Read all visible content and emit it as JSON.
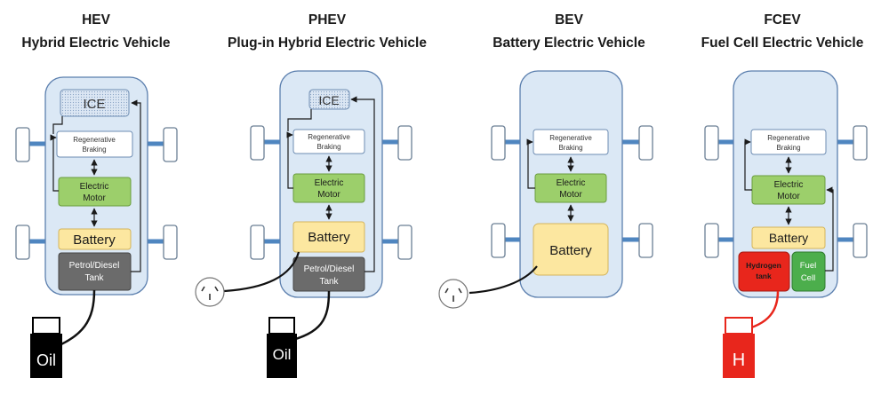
{
  "vehicles": [
    {
      "abbr": "HEV",
      "name": "Hybrid Electric Vehicle",
      "ice": "ICE",
      "regen1": "Regenerative",
      "regen2": "Braking",
      "motor1": "Electric",
      "motor2": "Motor",
      "battery": "Battery",
      "tank1": "Petrol/Diesel",
      "tank2": "Tank",
      "pump": "Oil"
    },
    {
      "abbr": "PHEV",
      "name": "Plug-in Hybrid Electric Vehicle",
      "ice": "ICE",
      "regen1": "Regenerative",
      "regen2": "Braking",
      "motor1": "Electric",
      "motor2": "Motor",
      "battery": "Battery",
      "tank1": "Petrol/Diesel",
      "tank2": "Tank",
      "pump": "Oil"
    },
    {
      "abbr": "BEV",
      "name": "Battery Electric Vehicle",
      "regen1": "Regenerative",
      "regen2": "Braking",
      "motor1": "Electric",
      "motor2": "Motor",
      "battery": "Battery"
    },
    {
      "abbr": "FCEV",
      "name": "Fuel Cell Electric Vehicle",
      "regen1": "Regenerative",
      "regen2": "Braking",
      "motor1": "Electric",
      "motor2": "Motor",
      "battery": "Battery",
      "h2a": "Hydrogen",
      "h2b": "tank",
      "fc1": "Fuel",
      "fc2": "Cell",
      "pump": "H"
    }
  ],
  "colors": {
    "body": "#dbe8f5",
    "axle": "#4f86c0",
    "motor": "#9ccf6b",
    "battery": "#fce7a0",
    "tank": "#6b6b6b",
    "hydrogen": "#e8261c",
    "fuel_cell": "#4cae4c",
    "ice": "#dbe6f3"
  },
  "icons": [
    "ice-engine-box",
    "wheel-icon",
    "plug-socket-icon",
    "fuel-pump-icon"
  ]
}
